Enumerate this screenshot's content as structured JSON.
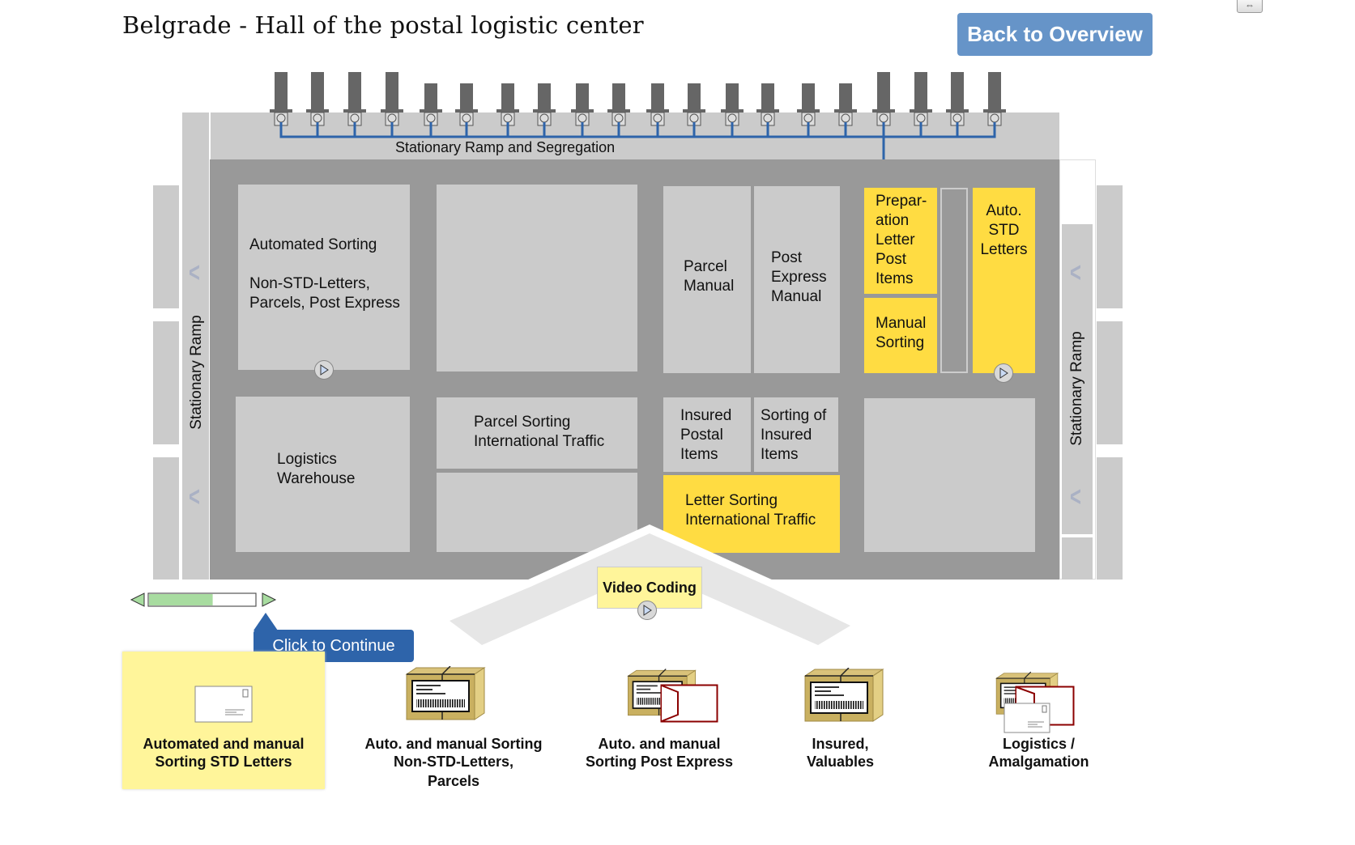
{
  "header": {
    "title": "Belgrade - Hall of the postal logistic center",
    "back_button": "Back to Overview",
    "resize_icon": "⇔"
  },
  "hall": {
    "top_ramp_label": "Stationary Ramp and Segregation",
    "left_ramp_label": "Stationary Ramp",
    "right_ramp_label": "Stationary Ramp",
    "rooms": {
      "automated_sorting_title": "Automated Sorting",
      "automated_sorting_line1": "Non-STD-Letters,",
      "automated_sorting_line2": "Parcels, Post Express",
      "parcel_manual_1": "Parcel",
      "parcel_manual_2": "Manual",
      "post_express_1": "Post",
      "post_express_2": "Express",
      "post_express_3": "Manual",
      "prep_1": "Prepar-",
      "prep_2": "ation",
      "prep_3": "Letter",
      "prep_4": "Post",
      "prep_5": "Items",
      "manual_sorting_1": "Manual",
      "manual_sorting_2": "Sorting",
      "auto_std_1": "Auto.",
      "auto_std_2": "STD",
      "auto_std_3": "Letters",
      "logistics_1": "Logistics",
      "logistics_2": "Warehouse",
      "parcel_intl_1": "Parcel Sorting",
      "parcel_intl_2": "International Traffic",
      "insured_postal_1": "Insured",
      "insured_postal_2": "Postal",
      "insured_postal_3": "Items",
      "sorting_insured_1": "Sorting of",
      "sorting_insured_2": "Insured",
      "sorting_insured_3": "Items",
      "letter_intl_1": "Letter Sorting",
      "letter_intl_2": "International Traffic"
    },
    "video_coding": "Video Coding",
    "dock_door_count": 20
  },
  "progress": {
    "fraction": 0.6,
    "fill_color": "#a8dca0"
  },
  "tooltip": {
    "label": "Click to Continue"
  },
  "categories": [
    {
      "line1": "Automated and manual",
      "line2": "Sorting STD Letters",
      "line3": "",
      "icon": "envelope-icon",
      "active": true
    },
    {
      "line1": "Auto. and manual Sorting",
      "line2": "Non-STD-Letters,",
      "line3": "Parcels",
      "icon": "parcel-icon",
      "active": false
    },
    {
      "line1": "Auto. and manual",
      "line2": "Sorting Post Express",
      "line3": "",
      "icon": "parcel-express-icon",
      "active": false
    },
    {
      "line1": "Insured,",
      "line2": "Valuables",
      "line3": "",
      "icon": "parcel-insured-icon",
      "active": false
    },
    {
      "line1": "Logistics /",
      "line2": "Amalgamation",
      "line3": "",
      "icon": "logistics-icon",
      "active": false
    }
  ],
  "colors": {
    "accent_blue": "#2e64aa",
    "button_blue": "#6694c8",
    "highlight_yellow": "#ffdc42",
    "active_yellow": "#fff59a"
  }
}
